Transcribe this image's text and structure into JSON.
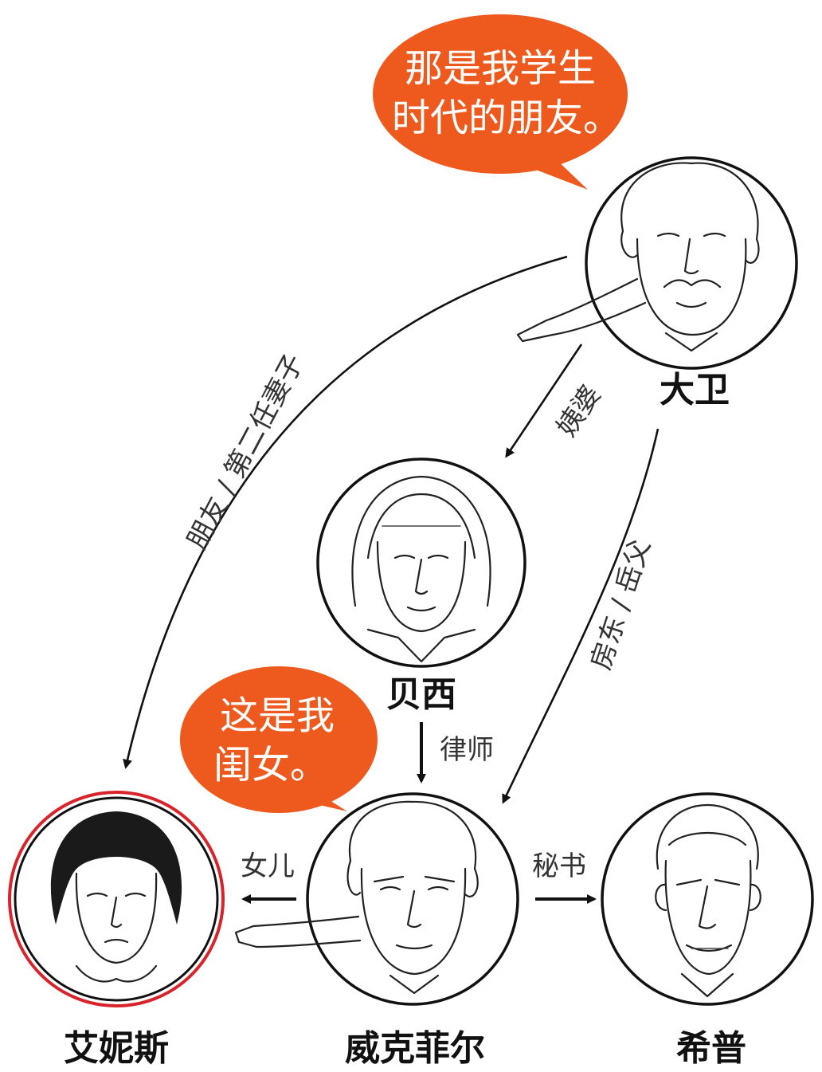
{
  "colors": {
    "bubble": "#ee5a1e",
    "circle_stroke": "#111111",
    "highlight_ring": "#d8232a",
    "text": "#111111"
  },
  "characters": {
    "david": "大卫",
    "betsey": "贝西",
    "wickfield": "威克菲尔",
    "agnes": "艾妮斯",
    "heep": "希普"
  },
  "relations": {
    "david_to_agnes": "朋友 / 第二任妻子",
    "david_to_betsey": "姨婆",
    "david_to_wickfield": "房东 / 岳父",
    "betsey_to_wickfield": "律师",
    "wickfield_to_agnes": "女儿",
    "wickfield_to_heep": "秘书"
  },
  "bubbles": {
    "david": {
      "line1": "那是我学生",
      "line2": "时代的朋友。"
    },
    "wickfield": {
      "line1": "这是我",
      "line2": "闺女。"
    }
  },
  "portrait_icons": {
    "david": "portrait-david-icon",
    "betsey": "portrait-betsey-icon",
    "wickfield": "portrait-wickfield-icon",
    "agnes": "portrait-agnes-icon",
    "heep": "portrait-heep-icon"
  }
}
